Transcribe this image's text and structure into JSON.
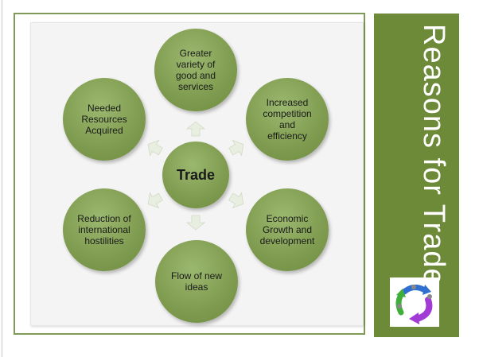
{
  "sidebar": {
    "title": "Reasons for Trade",
    "color": "#6c8a37"
  },
  "diagram": {
    "center": "Trade",
    "nodes": [
      {
        "label": "Greater\nvariety of\ngood and\nservices"
      },
      {
        "label": "Increased\ncompetition\nand\nefficiency"
      },
      {
        "label": "Economic\nGrowth and\ndevelopment"
      },
      {
        "label": "Flow of new\nideas"
      },
      {
        "label": "Reduction of\ninternational\nhostilities"
      },
      {
        "label": "Needed\nResources\nAcquired"
      }
    ],
    "node_color": "#7e9b4f",
    "arrow_color": "#e9efe0"
  },
  "logo": {
    "icon": "cycle-arrows-icon"
  }
}
